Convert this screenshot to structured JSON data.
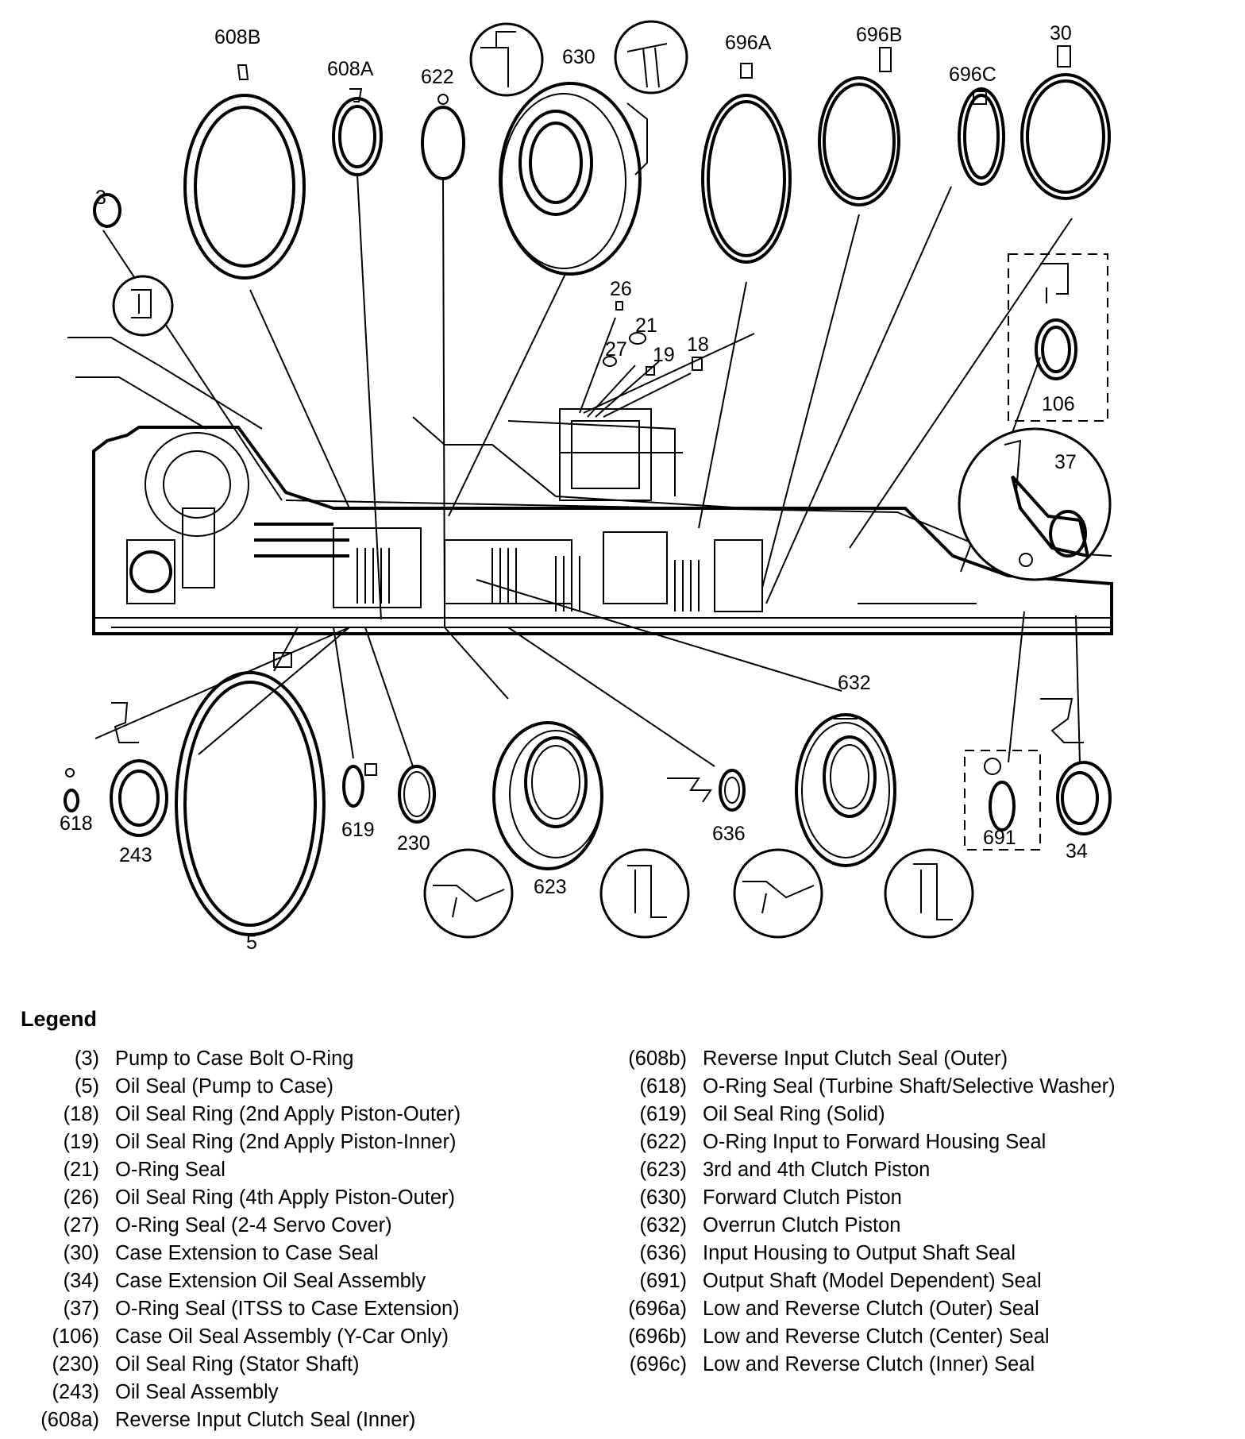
{
  "diagram": {
    "callouts": {
      "c608B": "608B",
      "c608A": "608A",
      "c622": "622",
      "c630": "630",
      "c696A": "696A",
      "c696B": "696B",
      "c696C": "696C",
      "c30": "30",
      "c3": "3",
      "c26": "26",
      "c21": "21",
      "c27": "27",
      "c19": "19",
      "c18": "18",
      "c106": "106",
      "c37": "37",
      "c632": "632",
      "c618": "618",
      "c243": "243",
      "c5": "5",
      "c619": "619",
      "c230": "230",
      "c623": "623",
      "c636": "636",
      "c691": "691",
      "c34": "34"
    }
  },
  "legend": {
    "title": "Legend",
    "left": [
      {
        "num": "(3)",
        "text": "Pump to Case Bolt O-Ring"
      },
      {
        "num": "(5)",
        "text": "Oil Seal (Pump to Case)"
      },
      {
        "num": "(18)",
        "text": "Oil Seal Ring (2nd Apply Piston-Outer)"
      },
      {
        "num": "(19)",
        "text": "Oil Seal Ring (2nd Apply Piston-Inner)"
      },
      {
        "num": "(21)",
        "text": "O-Ring Seal"
      },
      {
        "num": "(26)",
        "text": "Oil Seal Ring (4th Apply Piston-Outer)"
      },
      {
        "num": "(27)",
        "text": "O-Ring Seal (2-4 Servo Cover)"
      },
      {
        "num": "(30)",
        "text": "Case Extension to Case Seal"
      },
      {
        "num": "(34)",
        "text": "Case Extension Oil Seal Assembly"
      },
      {
        "num": "(37)",
        "text": "O-Ring Seal (ITSS to Case Extension)"
      },
      {
        "num": "(106)",
        "text": "Case Oil Seal Assembly (Y-Car Only)"
      },
      {
        "num": "(230)",
        "text": "Oil Seal Ring (Stator Shaft)"
      },
      {
        "num": "(243)",
        "text": "Oil Seal Assembly"
      },
      {
        "num": "(608a)",
        "text": "Reverse Input Clutch Seal (Inner)"
      }
    ],
    "right": [
      {
        "num": "(608b)",
        "text": "Reverse Input Clutch Seal (Outer)"
      },
      {
        "num": "(618)",
        "text": "O-Ring Seal (Turbine Shaft/Selective Washer)"
      },
      {
        "num": "(619)",
        "text": "Oil Seal Ring (Solid)"
      },
      {
        "num": "(622)",
        "text": "O-Ring Input to Forward Housing Seal"
      },
      {
        "num": "(623)",
        "text": "3rd and 4th Clutch Piston"
      },
      {
        "num": "(630)",
        "text": "Forward Clutch Piston"
      },
      {
        "num": "(632)",
        "text": "Overrun Clutch Piston"
      },
      {
        "num": "(636)",
        "text": "Input Housing to Output Shaft Seal"
      },
      {
        "num": "(691)",
        "text": "Output Shaft (Model Dependent) Seal"
      },
      {
        "num": "(696a)",
        "text": "Low and Reverse Clutch (Outer) Seal"
      },
      {
        "num": "(696b)",
        "text": "Low and Reverse Clutch (Center) Seal"
      },
      {
        "num": "(696c)",
        "text": "Low and Reverse Clutch (Inner) Seal"
      }
    ]
  }
}
